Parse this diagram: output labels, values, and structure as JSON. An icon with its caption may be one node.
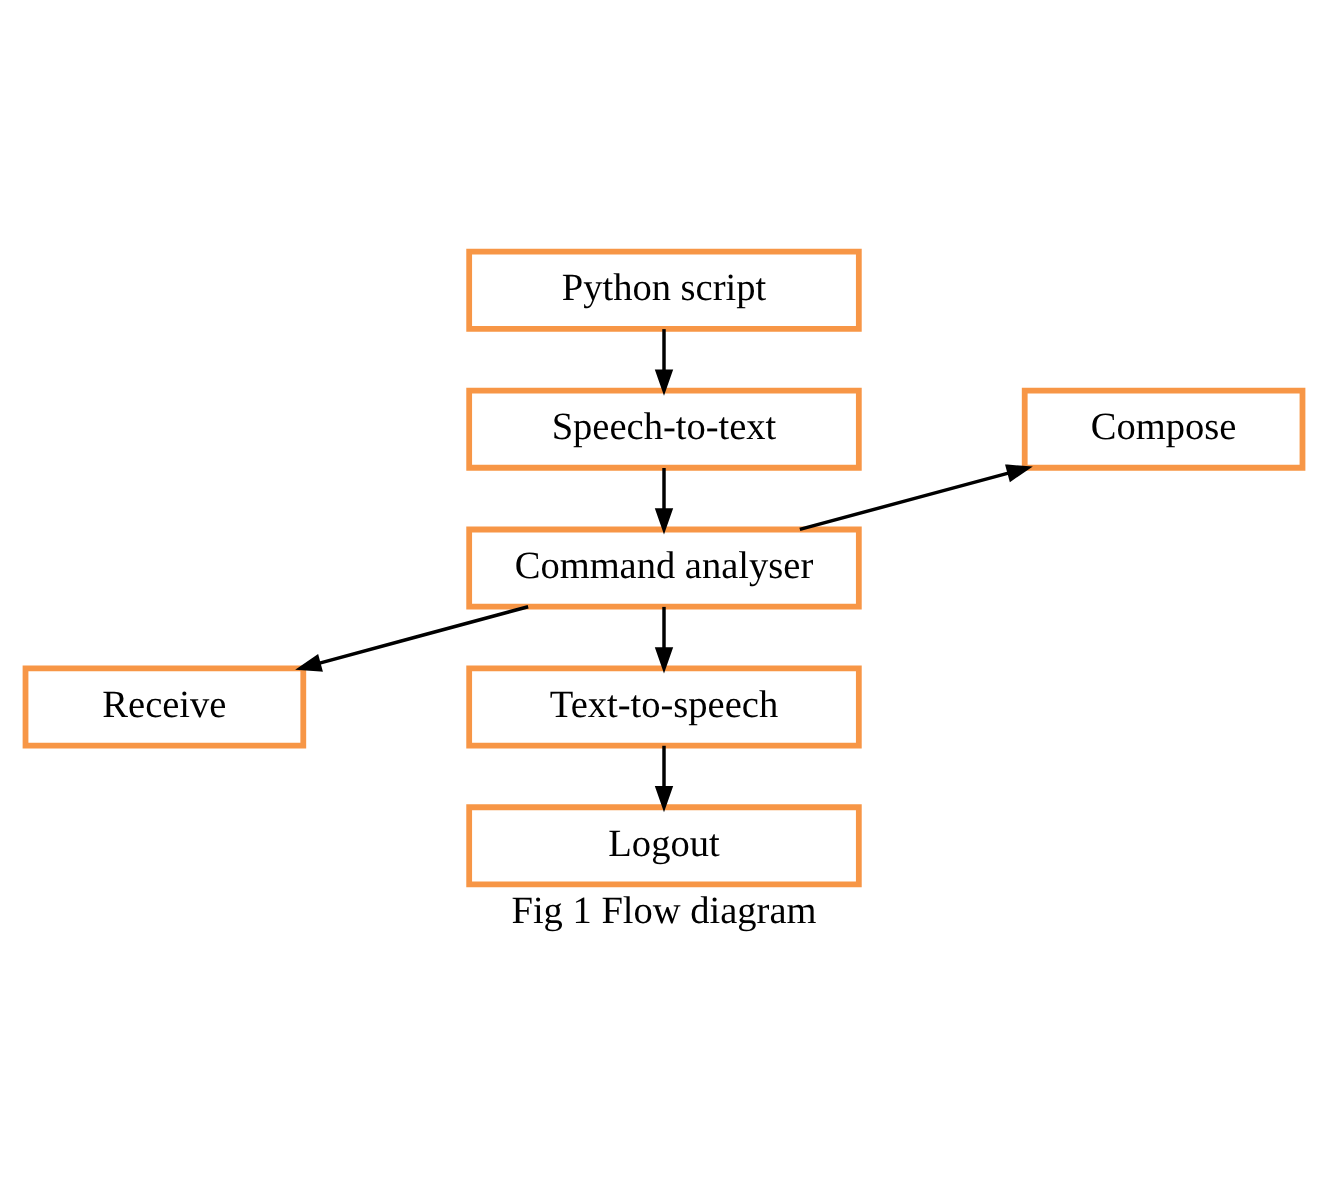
{
  "diagram": {
    "caption": "Fig 1 Flow diagram",
    "nodes": [
      {
        "text": [
          "Python script"
        ]
      },
      {
        "text": [
          "Speech-to-text"
        ]
      },
      {
        "text": [
          "Command analyser"
        ]
      },
      {
        "text": [
          "Compose"
        ]
      },
      {
        "text": [
          "Receive"
        ]
      },
      {
        "text": [
          "Text-to-speech"
        ]
      },
      {
        "text": [
          "Logout"
        ]
      }
    ],
    "edges": [
      {
        "from": 0,
        "to": 1,
        "arrow": "to"
      },
      {
        "from": 1,
        "to": 2,
        "arrow": "to"
      },
      {
        "from": 2,
        "to": 3,
        "arrow": "to"
      },
      {
        "from": 2,
        "to": 4,
        "arrow": "to"
      },
      {
        "from": 2,
        "to": 5,
        "arrow": "to"
      },
      {
        "from": 5,
        "to": 6,
        "arrow": "to"
      }
    ]
  }
}
